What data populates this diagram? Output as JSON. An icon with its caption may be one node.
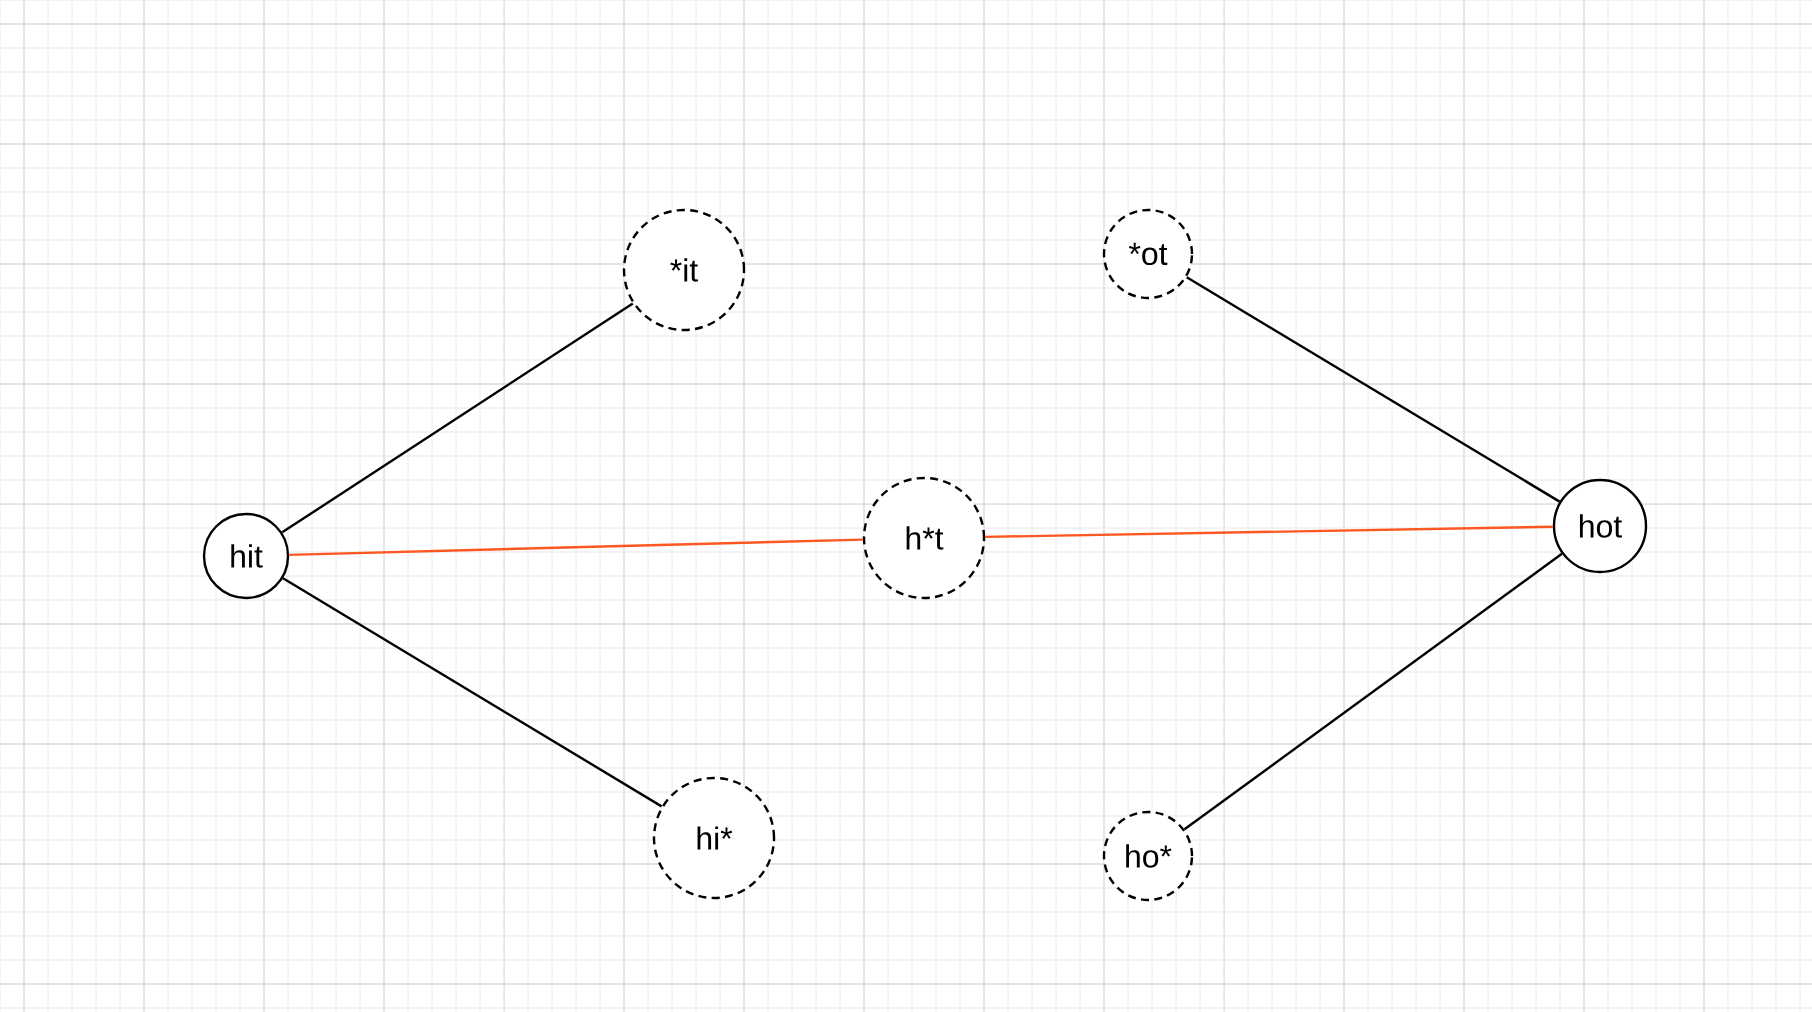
{
  "diagram": {
    "nodes": [
      {
        "text": [
          "hit"
        ]
      },
      {
        "text": [
          "*it"
        ]
      },
      {
        "text": [
          "hi*"
        ]
      },
      {
        "text": [
          "h*t"
        ]
      },
      {
        "text": [
          "*ot"
        ]
      },
      {
        "text": [
          "ho*"
        ]
      },
      {
        "text": [
          "hot"
        ]
      }
    ],
    "edges": [
      {
        "from": 0,
        "to": 1,
        "arrow": "none"
      },
      {
        "from": 0,
        "to": 2,
        "arrow": "none"
      },
      {
        "from": 0,
        "to": 3,
        "arrow": "none",
        "color": "#ff5722"
      },
      {
        "from": 3,
        "to": 6,
        "arrow": "none",
        "color": "#ff5722"
      },
      {
        "from": 4,
        "to": 6,
        "arrow": "none"
      },
      {
        "from": 5,
        "to": 6,
        "arrow": "none"
      }
    ]
  }
}
